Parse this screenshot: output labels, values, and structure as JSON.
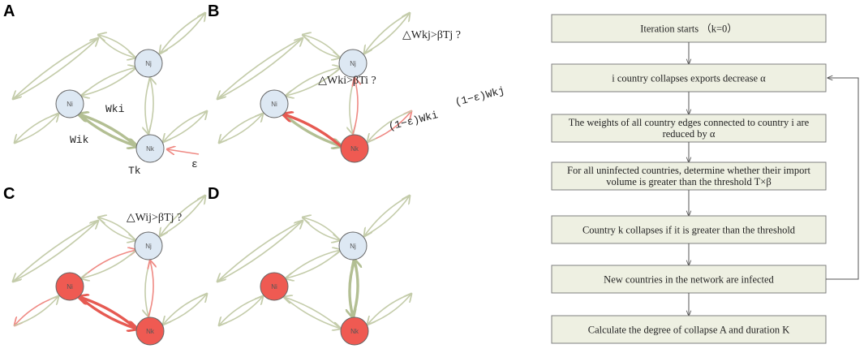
{
  "colors": {
    "neutral_edge": "#c4ccaa",
    "strong_edge": "#b3bf93",
    "infected_edge": "#ef8a84",
    "infected_edge_strong": "#e65a52",
    "node_healthy": "#dde8f3",
    "node_infected": "#ef5a52",
    "node_stroke": "#666666",
    "box_fill": "#eef0e2",
    "box_stroke": "#7f7f7f",
    "arrow": "#555555"
  },
  "panels": [
    {
      "id": "A",
      "letter": "A",
      "condition": "",
      "conditions": []
    },
    {
      "id": "B",
      "letter": "B",
      "conditions": [
        "△Wkj>βTj ?",
        "△Wki>βTi ?"
      ]
    },
    {
      "id": "C",
      "letter": "C",
      "conditions": [
        "△Wij>βTj ?"
      ]
    },
    {
      "id": "D",
      "letter": "D",
      "conditions": []
    }
  ],
  "nodes": {
    "i": "Ni",
    "j": "Nj",
    "k": "Nk"
  },
  "panelA": {
    "wki": "Wki",
    "wik": "Wik",
    "tk": "Tk",
    "epsilon": "ε"
  },
  "panelB": {
    "wki_reduced": "(1−ε)Wki",
    "wkj_reduced": "(1−ε)Wkj"
  },
  "flowchart": {
    "steps": [
      [
        "Iteration starts （k=0）"
      ],
      [
        "i country collapses exports decrease α"
      ],
      [
        "The weights of all country edges connected to country i are",
        "reduced by α"
      ],
      [
        "For all uninfected countries, determine whether their import",
        "volume is greater than the threshold T×β"
      ],
      [
        "Country k collapses if it is greater than the threshold"
      ],
      [
        "New countries in the network are infected"
      ],
      [
        "Calculate the degree of collapse A and duration K"
      ]
    ]
  }
}
